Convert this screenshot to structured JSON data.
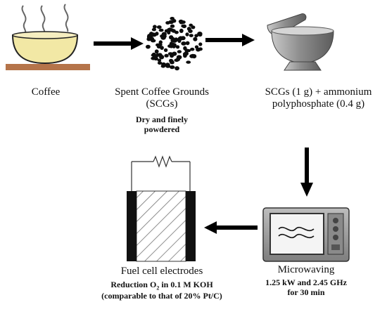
{
  "steps": {
    "coffee": {
      "label": "Coffee"
    },
    "scg": {
      "label_line1": "Spent Coffee Grounds",
      "label_line2": "(SCGs)",
      "note_line1": "Dry and finely",
      "note_line2": "powdered"
    },
    "mix": {
      "label_line1": "SCGs (1 g) + ammonium",
      "label_line2": "polyphosphate (0.4 g)"
    },
    "microwave": {
      "label": "Microwaving",
      "note_line1": "1.25 kW and 2.45 GHz",
      "note_line2": "for 30 min"
    },
    "fuel_cell": {
      "label": "Fuel cell electrodes",
      "note_pre": "Reduction O",
      "note_sub": "2",
      "note_post": " in 0.1 M KOH",
      "note_line2": "(comparable to that of 20% Pt/C)"
    }
  },
  "flow": [
    {
      "from": "coffee",
      "to": "scg"
    },
    {
      "from": "scg",
      "to": "mix"
    },
    {
      "from": "mix",
      "to": "microwave"
    },
    {
      "from": "microwave",
      "to": "fuel_cell"
    }
  ],
  "icons": {
    "coffee": "coffee-bowl-icon",
    "scg": "coffee-grounds-icon",
    "mix": "mortar-pestle-icon",
    "microwave": "microwave-icon",
    "fuel_cell": "fuel-cell-icon"
  },
  "colors": {
    "coffee_fill": "#f2e8a5",
    "plate": "#b5744a",
    "arrow": "#000000",
    "microwave_body": "#9b9b9b",
    "mortar": "#8e8e8e"
  }
}
